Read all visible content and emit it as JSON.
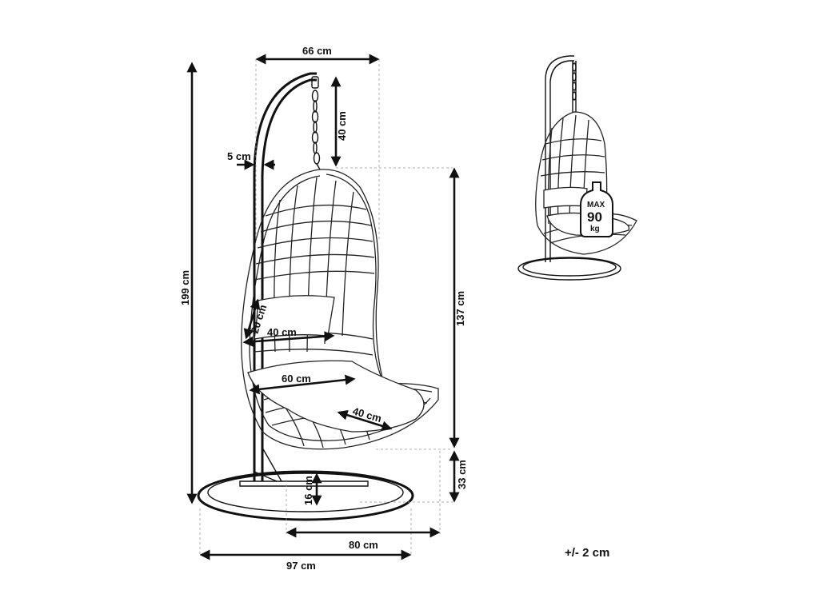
{
  "dimensions": {
    "top_width": "66 cm",
    "chain_length": "40 cm",
    "pole_thickness": "5 cm",
    "total_height": "199 cm",
    "basket_height": "137 cm",
    "backrest_cushion_height": "20 cm",
    "backrest_cushion_width": "40 cm",
    "seat_width": "60 cm",
    "seat_depth": "40 cm",
    "base_to_seat": "33 cm",
    "base_clearance": "16 cm",
    "base_diameter": "80 cm",
    "overall_depth": "97 cm"
  },
  "tolerance": "+/- 2 cm",
  "max_load": {
    "label": "MAX",
    "value": "90",
    "unit": "kg"
  }
}
